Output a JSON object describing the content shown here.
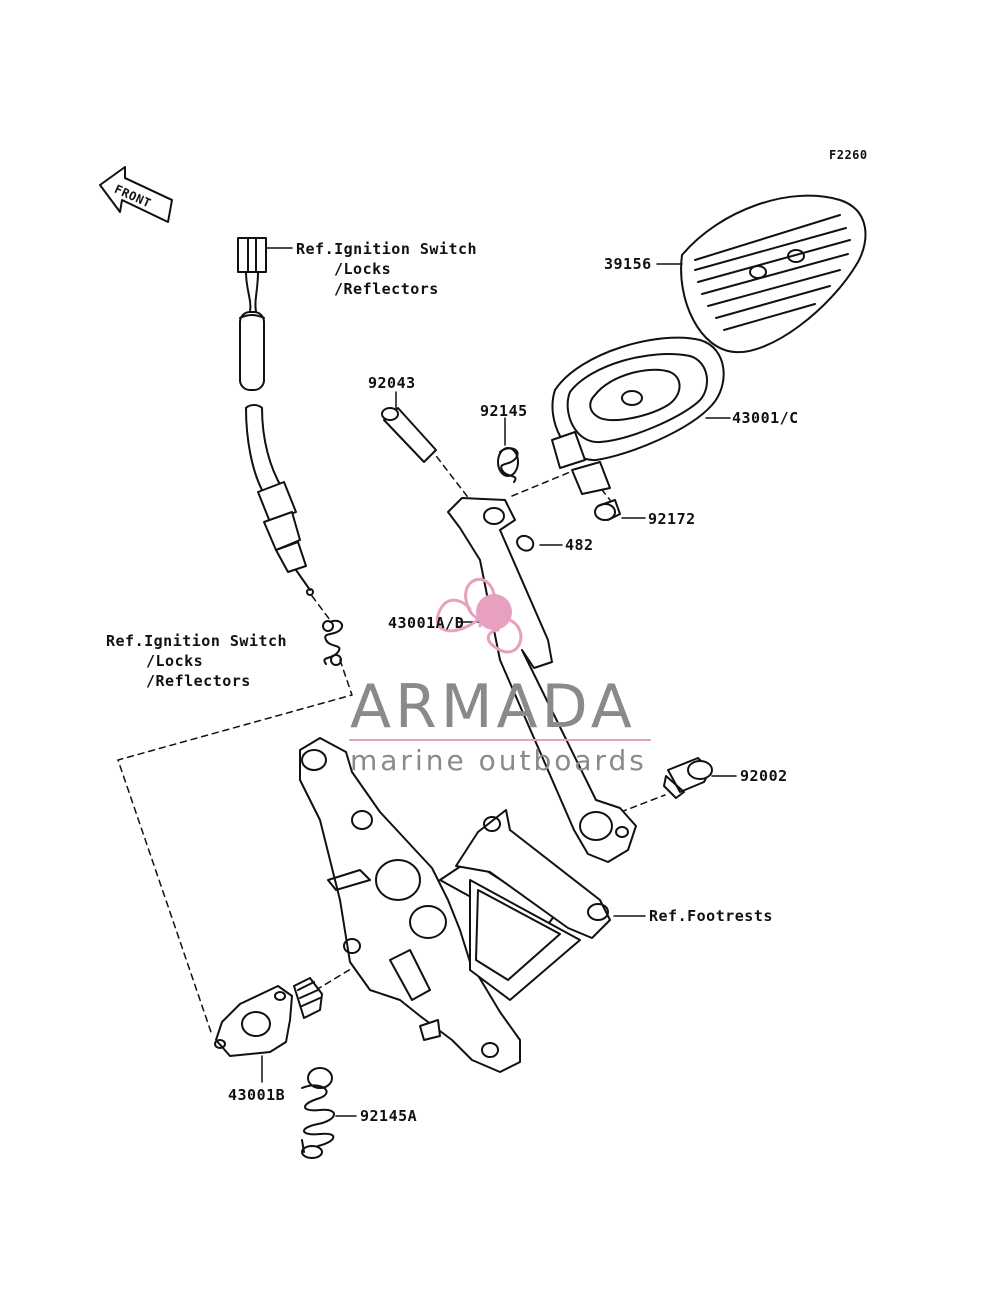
{
  "figure_code": "F2260",
  "front_marker": "FRONT",
  "labels": {
    "ref_ignition_top": [
      "Ref.Ignition Switch",
      "/Locks",
      "/Reflectors"
    ],
    "ref_ignition_mid": [
      "Ref.Ignition Switch",
      "/Locks",
      "/Reflectors"
    ],
    "ref_footrests": "Ref.Footrests"
  },
  "parts": [
    {
      "id": "39156"
    },
    {
      "id": "92043"
    },
    {
      "id": "92145"
    },
    {
      "id": "43001/C"
    },
    {
      "id": "92172"
    },
    {
      "id": "482"
    },
    {
      "id": "43001A/D"
    },
    {
      "id": "92002"
    },
    {
      "id": "43001B"
    },
    {
      "id": "92145A"
    }
  ],
  "watermark": {
    "title": "ARMADA",
    "subtitle": "marine outboards",
    "accent_color": "#e8a0c0",
    "text_color": "#8a8a8a"
  }
}
